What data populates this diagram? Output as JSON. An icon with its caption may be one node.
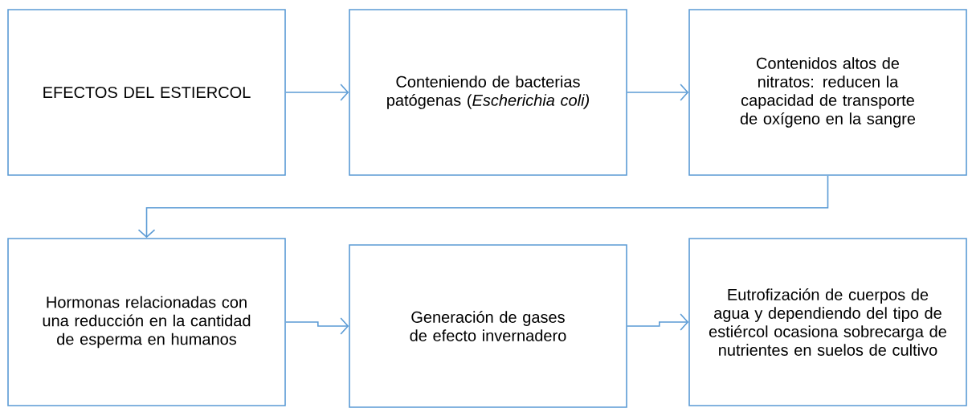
{
  "diagram": {
    "nodes": [
      {
        "text": [
          "EFECTOS DEL ESTIERCOL"
        ]
      },
      {
        "text": [
          "Conteniendo de bacterias patógenas (*Escherichia coli)*"
        ]
      },
      {
        "text": [
          "Contenidos altos de nitratos: reducen la capacidad de transporte de oxígeno en la sangre"
        ]
      },
      {
        "text": [
          "Hormonas relacionadas con una reducción en la cantidad de esperma en humanos"
        ]
      },
      {
        "text": [
          "Generación de gases de efecto invernadero"
        ]
      },
      {
        "text": [
          "Eutrofización de cuerpos de agua y dependiendo del tipo de estiércol ocasiona sobrecarga de nutrientes en suelos de cultivo"
        ]
      }
    ],
    "edges": [
      {
        "from": 0,
        "to": 1,
        "arrow": "to"
      },
      {
        "from": 1,
        "to": 2,
        "arrow": "to"
      },
      {
        "from": 2,
        "to": 3,
        "arrow": "to"
      },
      {
        "from": 3,
        "to": 4,
        "arrow": "to"
      },
      {
        "from": 4,
        "to": 5,
        "arrow": "to"
      }
    ]
  }
}
